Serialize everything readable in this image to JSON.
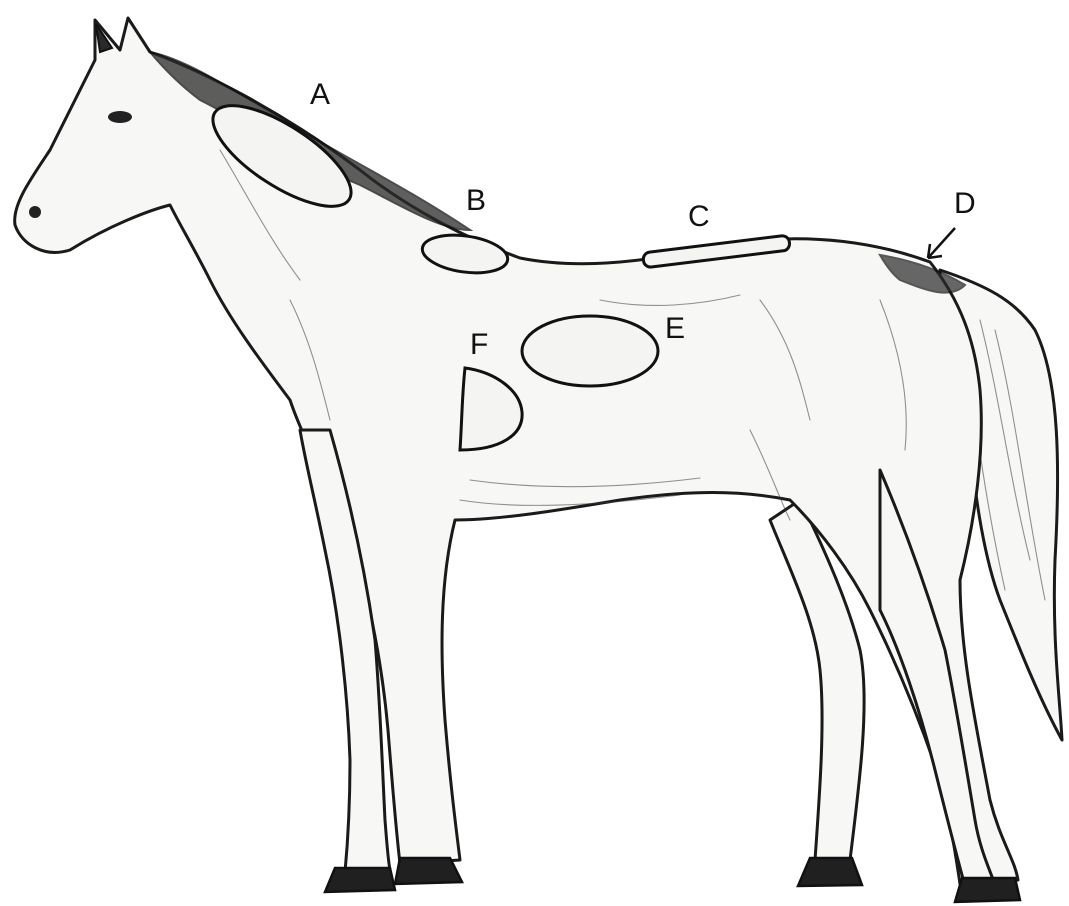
{
  "regions": [
    {
      "key": "A",
      "label": "A"
    },
    {
      "key": "B",
      "label": "B"
    },
    {
      "key": "C",
      "label": "C"
    },
    {
      "key": "D",
      "label": "D"
    },
    {
      "key": "E",
      "label": "E"
    },
    {
      "key": "F",
      "label": "F"
    }
  ]
}
